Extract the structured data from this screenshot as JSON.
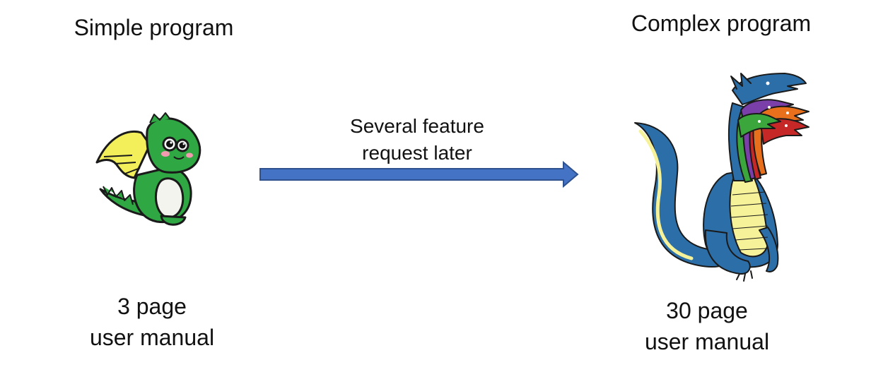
{
  "left": {
    "title": "Simple program",
    "manual_line1": "3 page",
    "manual_line2": "user manual",
    "illustration": "cute-green-baby-dragon"
  },
  "right": {
    "title": "Complex program",
    "manual_line1": "30 page",
    "manual_line2": "user manual",
    "illustration": "multi-headed-hydra"
  },
  "transition": {
    "line1": "Several feature",
    "line2": "request later",
    "arrow_color": "#4472c4"
  },
  "colors": {
    "small_dragon_body": "#2fa844",
    "small_dragon_wing": "#f2ef5a",
    "small_dragon_belly": "#f4f4ef",
    "hydra_body": "#2b6ea8",
    "hydra_belly": "#f6f29a"
  }
}
